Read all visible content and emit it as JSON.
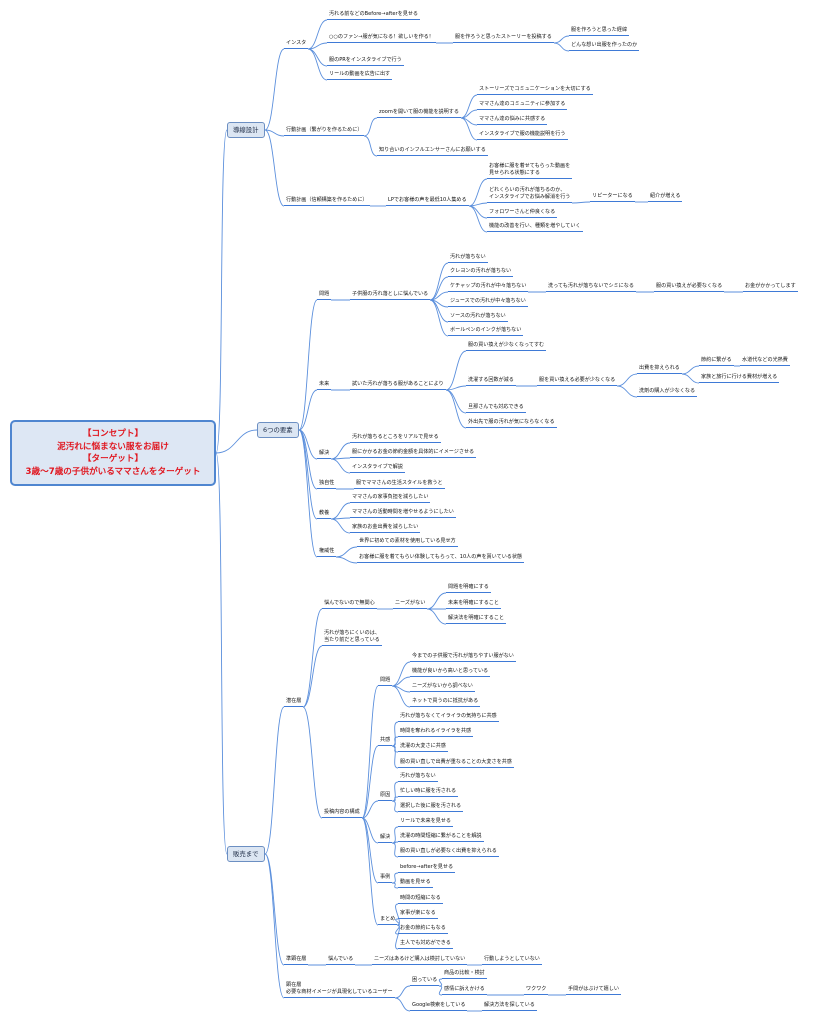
{
  "root": {
    "lines": [
      "【コンセプト】",
      "泥汚れに悩まない服をお届け",
      "【ターゲット】",
      "3歳〜7歳の子供がいるママさんをターゲット"
    ]
  },
  "nodes": [
    {
      "id": "b1",
      "text": "導線設計",
      "style": "box"
    },
    {
      "id": "insta",
      "text": "インスタ"
    },
    {
      "id": "n1",
      "text": "汚れる前などのBefore→afterを見せる"
    },
    {
      "id": "n2",
      "text": "○○のファン→服が気になる！欲しいを作る！"
    },
    {
      "id": "n2a",
      "text": "服を作ろうと思ったストーリーを投稿する"
    },
    {
      "id": "n2a1",
      "text": "服を作ろうと思った経緯"
    },
    {
      "id": "n2a2",
      "text": "どんな想い出服を作ったのか"
    },
    {
      "id": "n3",
      "text": "服のPRをインスタライブで行う"
    },
    {
      "id": "n4",
      "text": "リールの動画を広告に出す"
    },
    {
      "id": "kp1",
      "text": "行動計画（繋がりを作るために）"
    },
    {
      "id": "kp1a",
      "text": "zoomを開いて服の機能を説明する"
    },
    {
      "id": "kp1a1",
      "text": "ストーリーズでコミュニケーションを大切にする"
    },
    {
      "id": "kp1a2",
      "text": "ママさん達のコミュニティに参加する"
    },
    {
      "id": "kp1a3",
      "text": "ママさん達の悩みに共感する"
    },
    {
      "id": "kp1a4",
      "text": "インスタライブで服の機能説明を行う"
    },
    {
      "id": "kp1b",
      "text": "知り合いのインフルエンサーさんにお願いする"
    },
    {
      "id": "kp2",
      "text": "行動計画（信頼構築を作るために）"
    },
    {
      "id": "kp2a",
      "text": "LPでお客様の声を最低10人集める"
    },
    {
      "id": "kp2a1",
      "text": "お客様に服を着せてもらった動画を\n見せられる状態にする"
    },
    {
      "id": "kp2a2",
      "text": "どれくらいの汚れが落ちるのか、\nインスタライブでお悩み解消を行う"
    },
    {
      "id": "kp2a2r",
      "text": "リピーターになる"
    },
    {
      "id": "kp2a2s",
      "text": "紹介が増える"
    },
    {
      "id": "kp2a3",
      "text": "フォロワーさんと仲良くなる"
    },
    {
      "id": "kp2a4",
      "text": "機能の改善を行い、種類を増やしていく"
    },
    {
      "id": "b2",
      "text": "6つの要素",
      "style": "box"
    },
    {
      "id": "mon",
      "text": "問題"
    },
    {
      "id": "mona",
      "text": "子供服の汚れ落としに悩んでいる"
    },
    {
      "id": "mon1",
      "text": "汚れが落ちない"
    },
    {
      "id": "mon2",
      "text": "クレヨンの汚れが落ちない"
    },
    {
      "id": "mon3",
      "text": "ケチャップの汚れが中々落ちない"
    },
    {
      "id": "mon3a",
      "text": "洗っても汚れが落ちないでシミになる"
    },
    {
      "id": "mon3b",
      "text": "服の買い換えが必要なくなる"
    },
    {
      "id": "mon3c",
      "text": "お金がかかってします"
    },
    {
      "id": "mon4",
      "text": "ジュースでの汚れが中々落ちない"
    },
    {
      "id": "mon5",
      "text": "ソースの汚れが落ちない"
    },
    {
      "id": "mon6",
      "text": "ボールペンのインクが落ちない"
    },
    {
      "id": "mir",
      "text": "未来"
    },
    {
      "id": "mira",
      "text": "試いた汚れが落ちる服があることにより"
    },
    {
      "id": "mir1",
      "text": "服の買い換えが少なくなってすむ"
    },
    {
      "id": "mir2",
      "text": "洗濯する回数が減る"
    },
    {
      "id": "mir2a",
      "text": "服を買い換える必要が少なくなる"
    },
    {
      "id": "mir2b",
      "text": "出費を抑えられる"
    },
    {
      "id": "mir2b1",
      "text": "節約に繋がる"
    },
    {
      "id": "mir2b1a",
      "text": "水道代などの光熱費"
    },
    {
      "id": "mir2b2",
      "text": "家族と旅行に行ける費材が増える"
    },
    {
      "id": "mir2c",
      "text": "洗剤の購入が少なくなる"
    },
    {
      "id": "mir3",
      "text": "旦那さんでも対応できる"
    },
    {
      "id": "mir4",
      "text": "外出先で服の汚れが気にならなくなる"
    },
    {
      "id": "kai",
      "text": "解決"
    },
    {
      "id": "kai1",
      "text": "汚れが落ちるところをリアルで見せる"
    },
    {
      "id": "kai2",
      "text": "服にかかるお金の節約金額を具体的にイメージさせる"
    },
    {
      "id": "kai3",
      "text": "インスタライブで解説"
    },
    {
      "id": "doku",
      "text": "独自性"
    },
    {
      "id": "doku1",
      "text": "服でママさんの生活スタイルを救うと"
    },
    {
      "id": "mok",
      "text": "教養"
    },
    {
      "id": "mok1",
      "text": "ママさんの家事負担を減らしたい"
    },
    {
      "id": "mok2",
      "text": "ママさんの活動時間を増やせるようにしたい"
    },
    {
      "id": "mok3",
      "text": "家族のお金出費を減らしたい"
    },
    {
      "id": "ken",
      "text": "権威性"
    },
    {
      "id": "ken1",
      "text": "世界に初めての素材を使用している見せ方"
    },
    {
      "id": "ken2",
      "text": "お客様に服を着てもらい体験してもらって、10人の声を貰いている状態"
    },
    {
      "id": "b3",
      "text": "販売まで",
      "style": "box"
    },
    {
      "id": "sen",
      "text": "潜在層"
    },
    {
      "id": "sen1",
      "text": "悩んでないので無関心"
    },
    {
      "id": "sen1a",
      "text": "ニーズがない"
    },
    {
      "id": "sen1a1",
      "text": "問題を明確にする"
    },
    {
      "id": "sen1a2",
      "text": "未来を明確にすること"
    },
    {
      "id": "sen1a3",
      "text": "解決法を明確にすること"
    },
    {
      "id": "sen2",
      "text": "汚れが落ちにくいのは、\n当たり前だと思っている"
    },
    {
      "id": "tok",
      "text": "投稿内容の構成"
    },
    {
      "id": "q1",
      "text": "問題"
    },
    {
      "id": "q1a",
      "text": "今までの子供服で汚れが落ちやすい服がない"
    },
    {
      "id": "q1b",
      "text": "機能が良いから高いと思っている"
    },
    {
      "id": "q1c",
      "text": "ニーズがないから調べない"
    },
    {
      "id": "q1d",
      "text": "ネットで買うのに抵抗がある"
    },
    {
      "id": "q2",
      "text": "共感"
    },
    {
      "id": "q2a",
      "text": "汚れが落ちなくてイライラの気持ちに共感"
    },
    {
      "id": "q2b",
      "text": "時間を奪われるイライラを共感"
    },
    {
      "id": "q2c",
      "text": "洗濯の大変さに共感"
    },
    {
      "id": "q2d",
      "text": "服の買い直しで出費が重なることの大変さを共感"
    },
    {
      "id": "q3",
      "text": "原因"
    },
    {
      "id": "q3a",
      "text": "汚れが落ちない"
    },
    {
      "id": "q3b",
      "text": "忙しい時に服を汚される"
    },
    {
      "id": "q3c",
      "text": "選択した後に服を汚される"
    },
    {
      "id": "q4",
      "text": "解決"
    },
    {
      "id": "q4a",
      "text": "リールで未来を見せる"
    },
    {
      "id": "q4b",
      "text": "洗濯の時間短縮に繋がることを解説"
    },
    {
      "id": "q4c",
      "text": "服の買い直しが必要なく出費を抑えられる"
    },
    {
      "id": "q5",
      "text": "事例"
    },
    {
      "id": "q5a",
      "text": "before→afterを見せる"
    },
    {
      "id": "q5b",
      "text": "動画を見せる"
    },
    {
      "id": "q6",
      "text": "まとめ"
    },
    {
      "id": "q6a",
      "text": "時間の短縮になる"
    },
    {
      "id": "q6b",
      "text": "家事が楽になる"
    },
    {
      "id": "q6c",
      "text": "お金の節約にもなる"
    },
    {
      "id": "q6d",
      "text": "主人でも対応ができる"
    },
    {
      "id": "jun",
      "text": "準顕在層"
    },
    {
      "id": "jun1",
      "text": "悩んでいる"
    },
    {
      "id": "jun1a",
      "text": "ニーズはあるけど購入は検討していない"
    },
    {
      "id": "jun1b",
      "text": "行動しようとしていない"
    },
    {
      "id": "ken2z",
      "text": "顕在層\n必要な商材イメージが具現化しているユーザー"
    },
    {
      "id": "kz1",
      "text": "困っている"
    },
    {
      "id": "kz1a",
      "text": "商品の比較・検討"
    },
    {
      "id": "kz1b",
      "text": "感情に訴えかける"
    },
    {
      "id": "kz1b1",
      "text": "ワクワク"
    },
    {
      "id": "kz1b2",
      "text": "手間がはぶけて嬉しい"
    },
    {
      "id": "kz2",
      "text": "Google検索をしている"
    },
    {
      "id": "kz2a",
      "text": "解決方法を探している"
    }
  ]
}
